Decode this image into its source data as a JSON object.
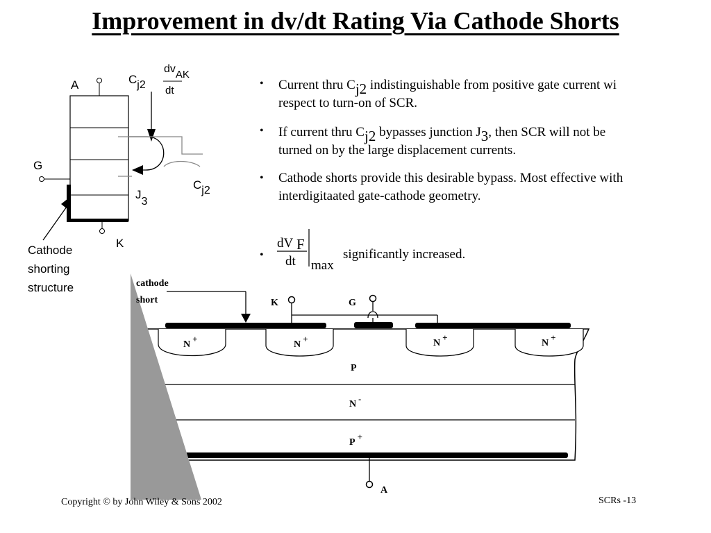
{
  "slide": {
    "title": "Improvement in dv/dt Rating Via Cathode Shorts",
    "bullets": [
      {
        "pre": "Current thru C",
        "sub": "j2",
        "post": " indistinguishable from positive gate current wi",
        "line2": "respect to turn-on of SCR."
      },
      {
        "pre": "If current thru C",
        "sub": "j2",
        "mid": " bypasses junction J",
        "sub2": "3",
        "post": ", then SCR will not be",
        "line2": "turned on by the large displacement currents."
      },
      {
        "text": "Cathode shorts provide this desirable bypass. Most effective with",
        "line2": "interdigitaated gate-cathode geometry."
      }
    ],
    "formula": {
      "num": "dV",
      "num_sub": "F",
      "den": "dt",
      "sub": "max",
      "text": "significantly increased."
    }
  },
  "circuit": {
    "anode": "A",
    "gate": "G",
    "cathode": "K",
    "cap_label": "C",
    "cap_sub": "j2",
    "frac_num": "dv",
    "frac_sub": "AK",
    "frac_den": "dt",
    "junction": "J",
    "junction_sub": "3",
    "shorting_label": [
      "Cathode",
      "shorting",
      "structure"
    ]
  },
  "cross_section": {
    "short_label": [
      "cathode",
      "short"
    ],
    "k": "K",
    "g": "G",
    "a": "A",
    "n": "N",
    "plus": "+",
    "minus": "-",
    "p": "P"
  },
  "footer": {
    "copyright": "Copyright © by John Wiley & Sons 2002",
    "page": "SCRs -13"
  }
}
